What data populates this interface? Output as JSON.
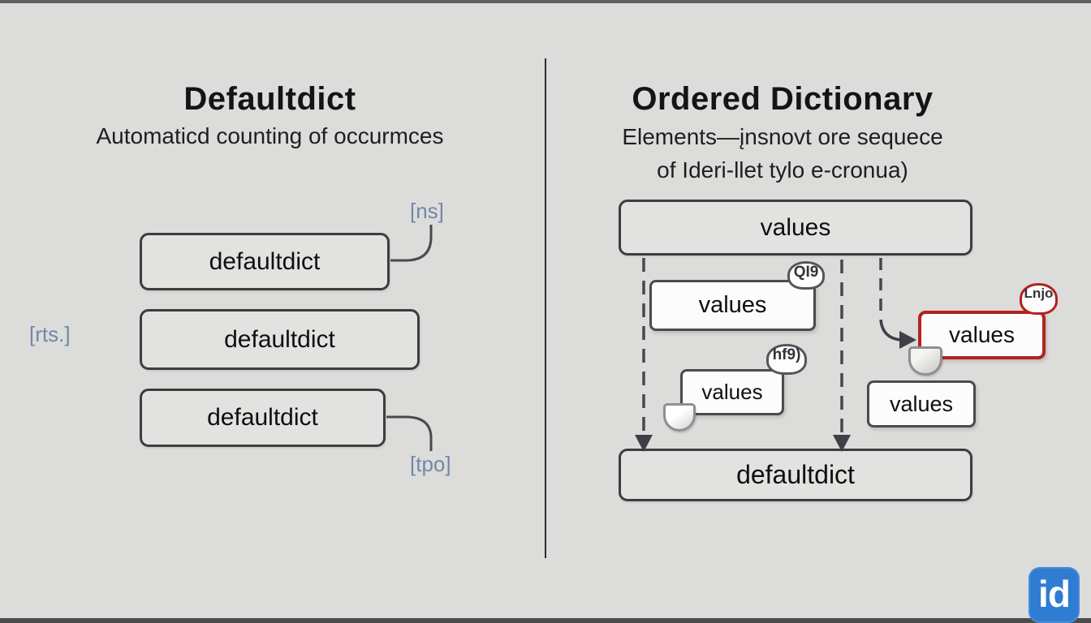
{
  "left_panel": {
    "title": "Defaultdict",
    "subtitle": "Automaticd counting of occurmces",
    "boxes": [
      {
        "label": "defaultdict"
      },
      {
        "label": "defaultdict"
      },
      {
        "label": "defaultdict"
      }
    ],
    "annotations": [
      {
        "label": "[ns]",
        "position": "top-right"
      },
      {
        "label": "[rts.]",
        "position": "left"
      },
      {
        "label": "[tpo]",
        "position": "bottom-right"
      }
    ]
  },
  "right_panel": {
    "title": "Ordered Dictionary",
    "subtitle_line1": "Elements—įnsnovt ore sequece",
    "subtitle_line2": "of Ideri-llet tylo e-cronua)",
    "top_box": {
      "label": "values"
    },
    "value_boxes": [
      {
        "label": "values",
        "badge": "QI9",
        "style": "white"
      },
      {
        "label": "values",
        "badge": "hf9)",
        "style": "white-folded"
      },
      {
        "label": "values",
        "badge": "Lnjo",
        "style": "red-folded"
      },
      {
        "label": "values",
        "badge": "",
        "style": "white"
      }
    ],
    "bottom_box": {
      "label": "defaultdict"
    }
  },
  "logo": {
    "text": "id"
  },
  "colors": {
    "bg": "#dcdcda",
    "box-fill": "#e2e2e0",
    "box-border": "#3d3d3d",
    "white-box": "#fcfcfc",
    "accent-red": "#b2231e",
    "annotation-blue": "#7287ab",
    "line": "#4a4a52",
    "logo-blue": "#2e7dd3",
    "text-dark": "#141414"
  }
}
